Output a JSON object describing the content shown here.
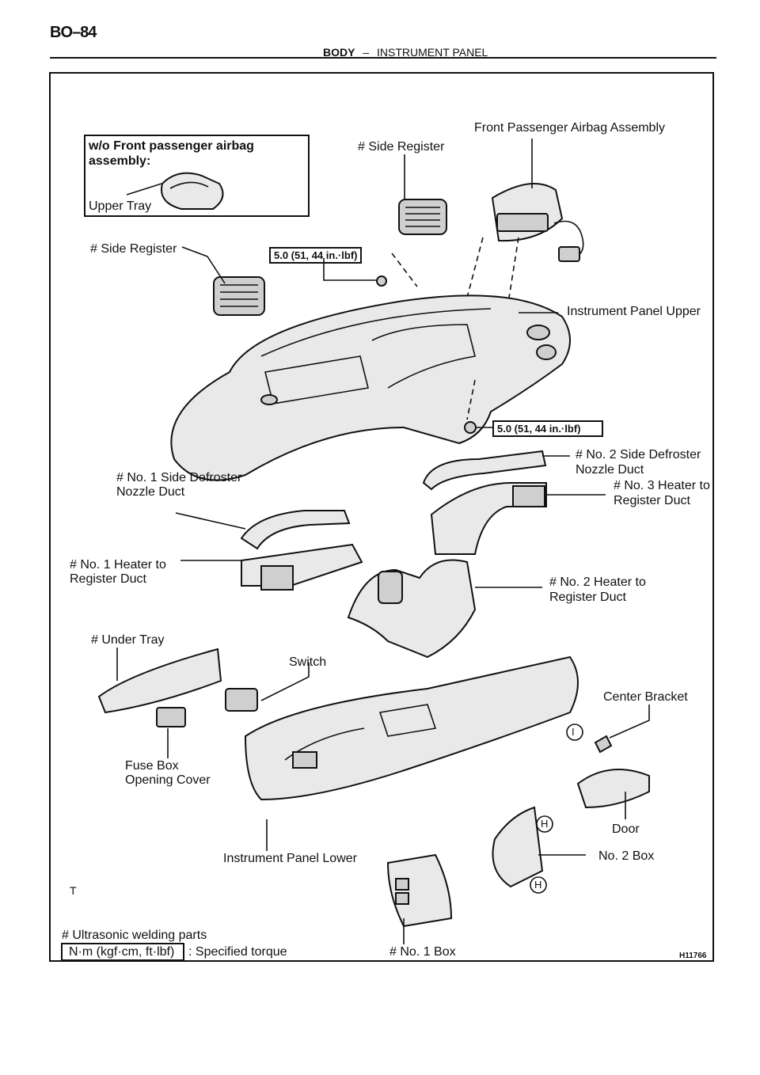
{
  "header": {
    "page_code": "BO–84",
    "section": "BODY",
    "dash": "–",
    "subsection": "INSTRUMENT PANEL"
  },
  "inset": {
    "title_line1": "w/o Front passenger airbag",
    "title_line2": "assembly:",
    "part_label": "Upper Tray"
  },
  "labels": {
    "front_airbag": "Front Passenger Airbag Assembly",
    "side_register_top": "# Side Register",
    "side_register_left": "# Side Register",
    "instrument_panel_upper": "Instrument Panel Upper",
    "no2_side_defroster_1": "# No. 2 Side Defroster",
    "no2_side_defroster_2": "Nozzle Duct",
    "no1_side_defroster_1": "# No. 1 Side Defroster",
    "no1_side_defroster_2": "Nozzle Duct",
    "no3_heater_1": "# No. 3 Heater to",
    "no3_heater_2": "Register Duct",
    "no1_heater_1": "# No. 1 Heater to",
    "no1_heater_2": "Register Duct",
    "no2_heater_1": "# No. 2 Heater to",
    "no2_heater_2": "Register Duct",
    "under_tray": "# Under Tray",
    "switch": "Switch",
    "center_bracket": "Center Bracket",
    "fuse_box_1": "Fuse Box",
    "fuse_box_2": "Opening Cover",
    "door": "Door",
    "instrument_panel_lower": "Instrument Panel Lower",
    "no2_box": "No. 2 Box",
    "no1_box": "# No. 1 Box",
    "stray_t": "T"
  },
  "torque": {
    "spec_upper": "5.0 (51, 44 in.·lbf)",
    "spec_lower": "5.0 (51, 44 in.·lbf)"
  },
  "markers": {
    "clip_i": "I",
    "clip_h1": "H",
    "clip_h2": "H"
  },
  "legend": {
    "ultrasonic": "# Ultrasonic welding parts",
    "torque_units": "N·m (kgf·cm, ft·lbf)",
    "torque_desc": ": Specified torque"
  },
  "figure_code": "H11766"
}
